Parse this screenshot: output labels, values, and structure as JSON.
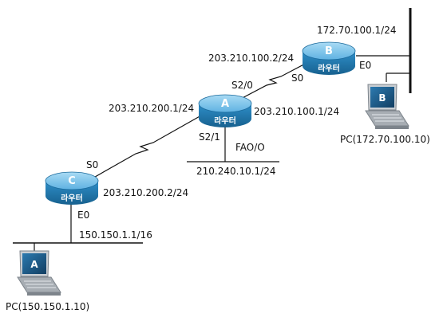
{
  "routers": {
    "a": {
      "letter": "A",
      "name": "라우터"
    },
    "b": {
      "letter": "B",
      "name": "라우터"
    },
    "c": {
      "letter": "C",
      "name": "라우터"
    }
  },
  "pcs": {
    "a": {
      "letter": "A",
      "label": "PC(150.150.1.10)"
    },
    "b": {
      "letter": "B",
      "label": "PC(172.70.100.10)"
    }
  },
  "labels": {
    "b_lan": "172.70.100.1/24",
    "b_serial_ip": "203.210.100.2/24",
    "b_s0": "S0",
    "b_e0": "E0",
    "a_s20": "S2/0",
    "a_left_ip": "203.210.200.1/24",
    "a_right_ip": "203.210.100.1/24",
    "a_s21": "S2/1",
    "a_fa": "FAO/O",
    "a_lan": "210.240.10.1/24",
    "c_s0": "S0",
    "c_ip": "203.210.200.2/24",
    "c_e0": "E0",
    "c_lan": "150.150.1.1/16"
  },
  "colors": {
    "router_top": "#7fc3e8",
    "router_side": "#2f8fc9",
    "router_dark": "#1b6a9c",
    "line": "#111111",
    "laptop_body": "#9aa1a8",
    "laptop_screen": "#1f5f8f"
  }
}
